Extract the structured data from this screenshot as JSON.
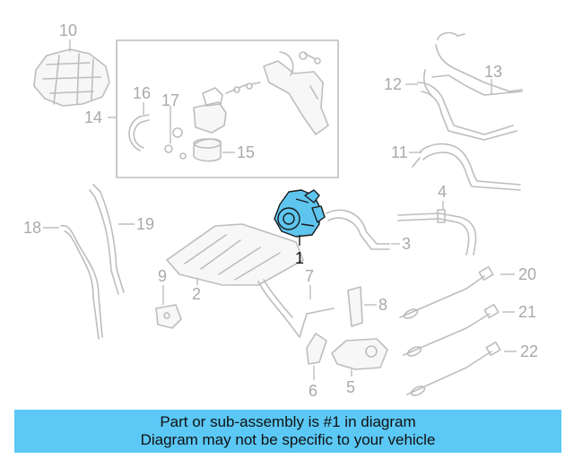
{
  "callouts": {
    "c1": "1",
    "c2": "2",
    "c3": "3",
    "c4": "4",
    "c5": "5",
    "c6": "6",
    "c7": "7",
    "c8": "8",
    "c9": "9",
    "c10": "10",
    "c11": "11",
    "c12": "12",
    "c13": "13",
    "c14": "14",
    "c15": "15",
    "c16": "16",
    "c17": "17",
    "c18": "18",
    "c19": "19",
    "c20": "20",
    "c21": "21",
    "c22": "22"
  },
  "highlighted_part": "1",
  "colors": {
    "highlight": "#5ec5ef",
    "banner": "#5bc8f5",
    "callout_text": "#a9a9a9",
    "part_outline": "#bdbdbd"
  },
  "banner": {
    "line1": "Part or sub-assembly is #1 in diagram",
    "line2": "Diagram may not be specific to your vehicle"
  }
}
